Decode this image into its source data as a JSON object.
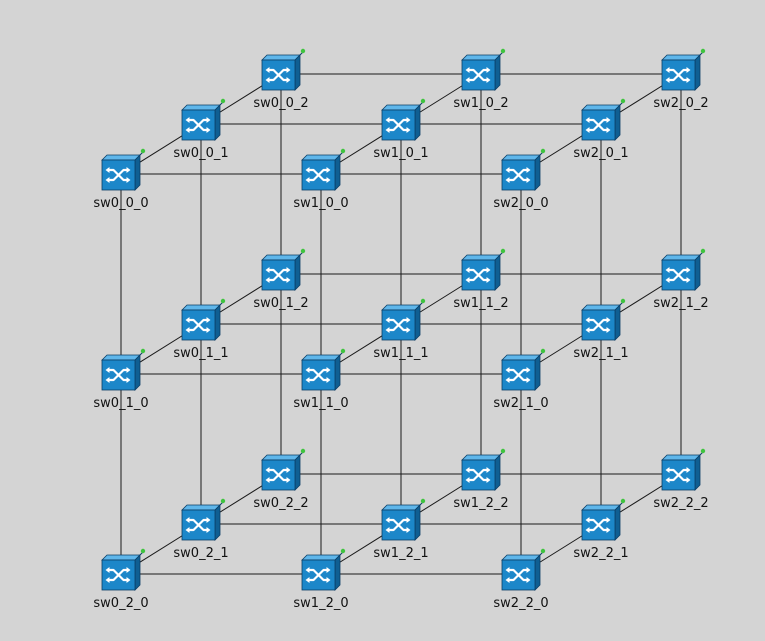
{
  "diagram": {
    "colors": {
      "background": "#d4d4d4",
      "link": "#1a1a1a",
      "switch_front": "#1c87c9",
      "switch_top": "#5fb6ea",
      "switch_side": "#0f5f93",
      "switch_edge": "#0b3e66",
      "switch_symbol": "#ffffff",
      "status_dot": "#3fc43f"
    },
    "node_icon": "switch-icon",
    "nodes": [
      {
        "id": "sw0_0_0",
        "label": "sw0_0_0"
      },
      {
        "id": "sw0_0_1",
        "label": "sw0_0_1"
      },
      {
        "id": "sw0_0_2",
        "label": "sw0_0_2"
      },
      {
        "id": "sw1_0_0",
        "label": "sw1_0_0"
      },
      {
        "id": "sw1_0_1",
        "label": "sw1_0_1"
      },
      {
        "id": "sw1_0_2",
        "label": "sw1_0_2"
      },
      {
        "id": "sw2_0_0",
        "label": "sw2_0_0"
      },
      {
        "id": "sw2_0_1",
        "label": "sw2_0_1"
      },
      {
        "id": "sw2_0_2",
        "label": "sw2_0_2"
      },
      {
        "id": "sw0_1_0",
        "label": "sw0_1_0"
      },
      {
        "id": "sw0_1_1",
        "label": "sw0_1_1"
      },
      {
        "id": "sw0_1_2",
        "label": "sw0_1_2"
      },
      {
        "id": "sw1_1_0",
        "label": "sw1_1_0"
      },
      {
        "id": "sw1_1_1",
        "label": "sw1_1_1"
      },
      {
        "id": "sw1_1_2",
        "label": "sw1_1_2"
      },
      {
        "id": "sw2_1_0",
        "label": "sw2_1_0"
      },
      {
        "id": "sw2_1_1",
        "label": "sw2_1_1"
      },
      {
        "id": "sw2_1_2",
        "label": "sw2_1_2"
      },
      {
        "id": "sw0_2_0",
        "label": "sw0_2_0"
      },
      {
        "id": "sw0_2_1",
        "label": "sw0_2_1"
      },
      {
        "id": "sw0_2_2",
        "label": "sw0_2_2"
      },
      {
        "id": "sw1_2_0",
        "label": "sw1_2_0"
      },
      {
        "id": "sw1_2_1",
        "label": "sw1_2_1"
      },
      {
        "id": "sw1_2_2",
        "label": "sw1_2_2"
      },
      {
        "id": "sw2_2_0",
        "label": "sw2_2_0"
      },
      {
        "id": "sw2_2_1",
        "label": "sw2_2_1"
      },
      {
        "id": "sw2_2_2",
        "label": "sw2_2_2"
      }
    ],
    "links": [
      [
        "sw0_0_0",
        "sw1_0_0"
      ],
      [
        "sw1_0_0",
        "sw2_0_0"
      ],
      [
        "sw0_0_1",
        "sw1_0_1"
      ],
      [
        "sw1_0_1",
        "sw2_0_1"
      ],
      [
        "sw0_0_2",
        "sw1_0_2"
      ],
      [
        "sw1_0_2",
        "sw2_0_2"
      ],
      [
        "sw0_1_0",
        "sw1_1_0"
      ],
      [
        "sw1_1_0",
        "sw2_1_0"
      ],
      [
        "sw0_1_1",
        "sw1_1_1"
      ],
      [
        "sw1_1_1",
        "sw2_1_1"
      ],
      [
        "sw0_1_2",
        "sw1_1_2"
      ],
      [
        "sw1_1_2",
        "sw2_1_2"
      ],
      [
        "sw0_2_0",
        "sw1_2_0"
      ],
      [
        "sw1_2_0",
        "sw2_2_0"
      ],
      [
        "sw0_2_1",
        "sw1_2_1"
      ],
      [
        "sw1_2_1",
        "sw2_2_1"
      ],
      [
        "sw0_2_2",
        "sw1_2_2"
      ],
      [
        "sw1_2_2",
        "sw2_2_2"
      ],
      [
        "sw0_0_0",
        "sw0_1_0"
      ],
      [
        "sw0_1_0",
        "sw0_2_0"
      ],
      [
        "sw0_0_1",
        "sw0_1_1"
      ],
      [
        "sw0_1_1",
        "sw0_2_1"
      ],
      [
        "sw0_0_2",
        "sw0_1_2"
      ],
      [
        "sw0_1_2",
        "sw0_2_2"
      ],
      [
        "sw1_0_0",
        "sw1_1_0"
      ],
      [
        "sw1_1_0",
        "sw1_2_0"
      ],
      [
        "sw1_0_1",
        "sw1_1_1"
      ],
      [
        "sw1_1_1",
        "sw1_2_1"
      ],
      [
        "sw1_0_2",
        "sw1_1_2"
      ],
      [
        "sw1_1_2",
        "sw1_2_2"
      ],
      [
        "sw2_0_0",
        "sw2_1_0"
      ],
      [
        "sw2_1_0",
        "sw2_2_0"
      ],
      [
        "sw2_0_1",
        "sw2_1_1"
      ],
      [
        "sw2_1_1",
        "sw2_2_1"
      ],
      [
        "sw2_0_2",
        "sw2_1_2"
      ],
      [
        "sw2_1_2",
        "sw2_2_2"
      ],
      [
        "sw0_0_0",
        "sw0_0_1"
      ],
      [
        "sw0_0_1",
        "sw0_0_2"
      ],
      [
        "sw1_0_0",
        "sw1_0_1"
      ],
      [
        "sw1_0_1",
        "sw1_0_2"
      ],
      [
        "sw2_0_0",
        "sw2_0_1"
      ],
      [
        "sw2_0_1",
        "sw2_0_2"
      ],
      [
        "sw0_1_0",
        "sw0_1_1"
      ],
      [
        "sw0_1_1",
        "sw0_1_2"
      ],
      [
        "sw1_1_0",
        "sw1_1_1"
      ],
      [
        "sw1_1_1",
        "sw1_1_2"
      ],
      [
        "sw2_1_0",
        "sw2_1_1"
      ],
      [
        "sw2_1_1",
        "sw2_1_2"
      ],
      [
        "sw0_2_0",
        "sw0_2_1"
      ],
      [
        "sw0_2_1",
        "sw0_2_2"
      ],
      [
        "sw1_2_0",
        "sw1_2_1"
      ],
      [
        "sw1_2_1",
        "sw1_2_2"
      ],
      [
        "sw2_2_0",
        "sw2_2_1"
      ],
      [
        "sw2_2_1",
        "sw2_2_2"
      ]
    ]
  }
}
